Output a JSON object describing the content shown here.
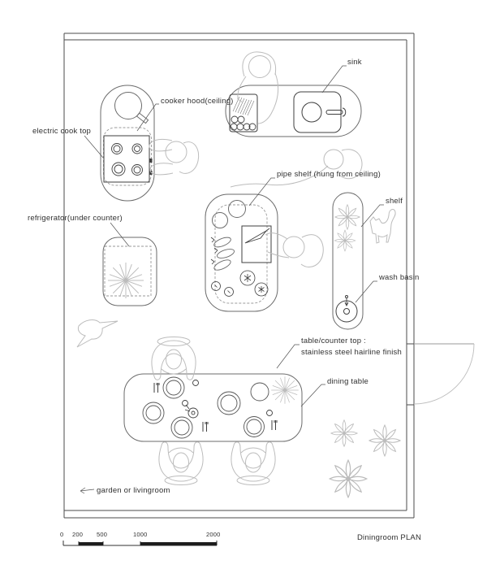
{
  "plan": {
    "title": "Diningroom PLAN",
    "labels": {
      "sink": "sink",
      "cooker_hood": "cooker hood(ceiling)",
      "electric_cook_top": "electric cook top",
      "refrigerator": "refrigerator(under counter)",
      "pipe_shelf": "pipe shelf (hung from ceiling)",
      "shelf": "shelf",
      "wash_basin": "wash basin",
      "table_counter_1": "table/counter top :",
      "table_counter_2": "stainless steel hairline finish",
      "dining_table": "dining table",
      "garden": "garden or livingroom"
    },
    "scale_bar": {
      "ticks": [
        "0",
        "200",
        "500",
        "1000",
        "2000"
      ]
    },
    "colors": {
      "wall": "#4b4b4b",
      "counter": "#6b6b6b",
      "fixture": "#3f3f3f",
      "figure": "#bcbcbc",
      "dashed": "#9a9a9a",
      "text": "#303030",
      "background": "#ffffff"
    }
  }
}
